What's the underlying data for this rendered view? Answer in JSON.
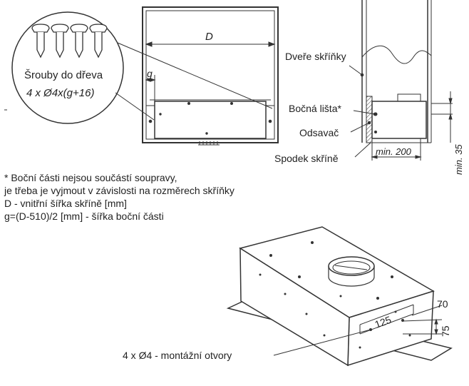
{
  "screws": {
    "title": "Šrouby do dřeva",
    "spec": "4 x Ø4x(g+16)"
  },
  "front_view": {
    "width_label": "D",
    "side_label": "g"
  },
  "side_view": {
    "labels": {
      "cabinet_door": "Dveře skříňky",
      "side_rail": "Bočná lišta*",
      "hood": "Odsavač",
      "cabinet_bottom": "Spodek skříně"
    },
    "dim_depth": "min. 200",
    "dim_height": "min. 35"
  },
  "notes": [
    "* Boční části nejsou součástí soupravy,",
    "je třeba je vyjmout v závislosti na rozměrech skříňky",
    "D - vnitřní šířka skříně [mm]",
    "g=(D-510)/2 [mm] - šířka boční části"
  ],
  "iso_view": {
    "dim_125": "125",
    "dim_70": "70",
    "dim_75": "75",
    "holes_label": "4 x Ø4 - montážní otvory"
  }
}
